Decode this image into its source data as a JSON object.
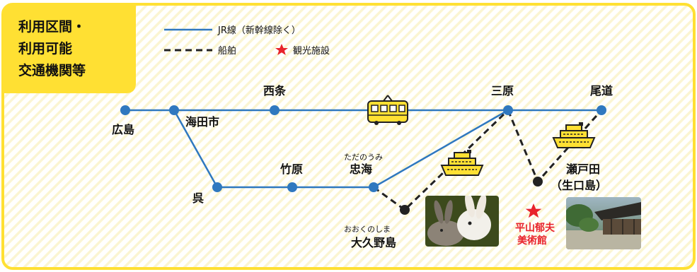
{
  "title_box": {
    "lines": [
      "利用区間・",
      "利用可能",
      "交通機関等"
    ],
    "bg_color": "#ffe033"
  },
  "legend": {
    "jr_line_label": "JR線（新幹線除く）",
    "ferry_label": "船舶",
    "sight_label": "観光施設",
    "jr_color": "#2f78bf",
    "ferry_color": "#222222",
    "sight_color": "#e8232b"
  },
  "stations": {
    "hiroshima": "広島",
    "kaitaichi": "海田市",
    "saijo": "西条",
    "mihara": "三原",
    "onomichi": "尾道",
    "kure": "呉",
    "takehara": "竹原",
    "tadanoumi_reading": "ただのうみ",
    "tadanoumi": "忠海"
  },
  "islands": {
    "okunoshima_reading": "おおくのしま",
    "okunoshima": "大久野島",
    "setoda": "瀬戸田",
    "ikuchijima": "（生口島）"
  },
  "sight": {
    "museum_line1": "平山郁夫",
    "museum_line2": "美術館"
  },
  "photos": {
    "rabbit": "rabbit-photo",
    "museum": "museum-photo"
  },
  "border_color": "#ffe033"
}
